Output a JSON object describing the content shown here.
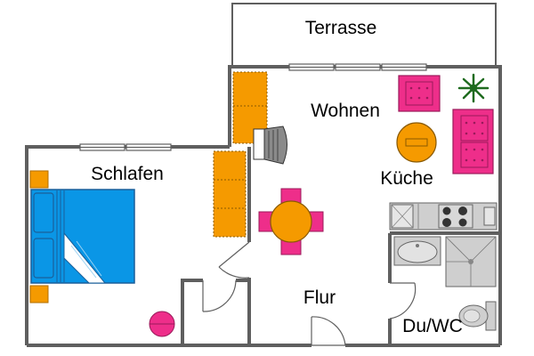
{
  "rooms": {
    "terrasse": "Terrasse",
    "wohnen": "Wohnen",
    "schlafen": "Schlafen",
    "kueche": "Küche",
    "flur": "Flur",
    "bad": "Du/WC"
  },
  "colors": {
    "wall": "#5f5f5f",
    "furniture_orange": "#f59a00",
    "furniture_pink": "#ee2e8a",
    "bed_blue": "#0a96e6",
    "appliance_gray": "#cfcfcf",
    "plant_green": "#1f6b1f"
  },
  "icons": [
    "bed-icon",
    "sofa-icon",
    "dining-table-icon",
    "plant-icon",
    "stove-icon",
    "sink-icon",
    "toilet-icon",
    "shower-icon",
    "tv-icon",
    "stool-icon"
  ]
}
